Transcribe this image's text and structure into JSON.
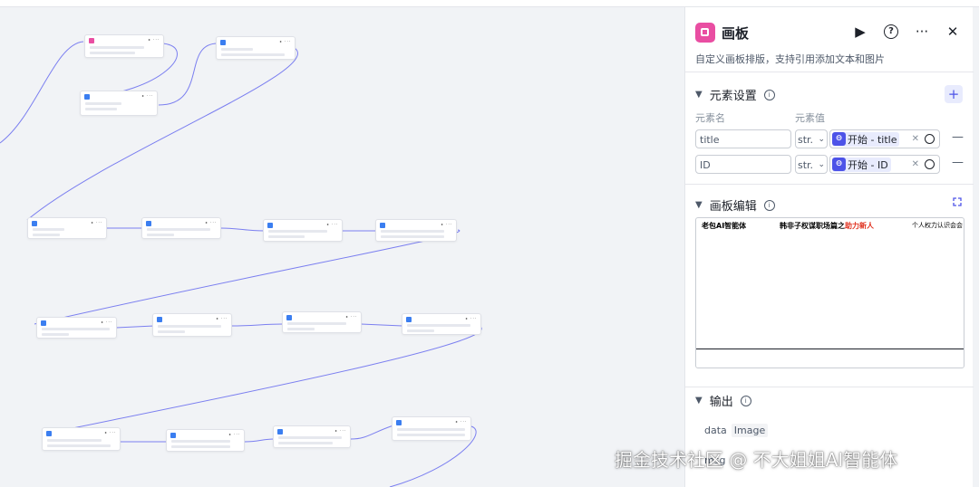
{
  "panel": {
    "title": "画板",
    "description": "自定义画板排版，支持引用添加文本和图片",
    "elements_section": "元素设置",
    "col_name": "元素名",
    "col_value": "元素值",
    "rows": [
      {
        "name": "title",
        "type": "str.",
        "ref": "开始 - title"
      },
      {
        "name": "ID",
        "type": "str.",
        "ref": "开始 - ID"
      }
    ],
    "editor_section": "画板编辑",
    "editor_texts": {
      "left": "老包AI智能体",
      "center_pre": "韩非子权谋职场篇之",
      "center_red": "助力新人",
      "right": "个人权力认识会会"
    },
    "output_section": "输出",
    "output_name": "data",
    "output_type": "Image",
    "output_partial": "msg"
  },
  "watermark": "掘金技术社区 @ 不大姐姐AI智能体",
  "colors": {
    "accent": "#4d53e8",
    "brand_pink": "#e94ea2",
    "wire": "#7b7ff0"
  },
  "icons": [
    "play-icon",
    "help-icon",
    "more-icon",
    "close-icon",
    "info-icon",
    "add-icon",
    "expand-icon",
    "target-icon"
  ]
}
